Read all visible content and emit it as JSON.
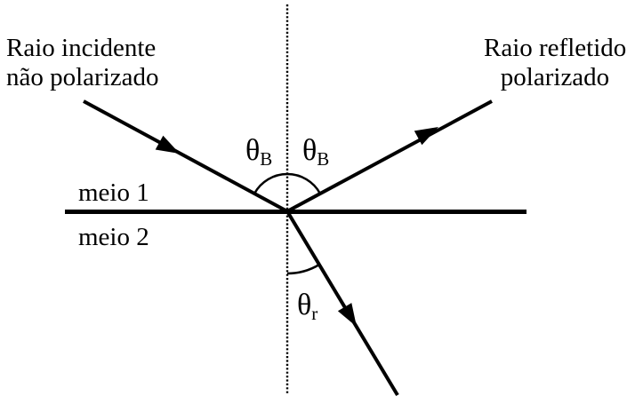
{
  "diagram": {
    "background": "#ffffff",
    "ink": "#000000",
    "labels": {
      "incident": {
        "line1": "Raio incidente",
        "line2": "não polarizado"
      },
      "reflected": {
        "line1": "Raio refletido",
        "line2": "polarizado"
      },
      "medium1": "meio 1",
      "medium2": "meio 2",
      "angle_brewster_left": {
        "symbol": "θ",
        "subscript": "B"
      },
      "angle_brewster_right": {
        "symbol": "θ",
        "subscript": "B"
      },
      "angle_refraction": {
        "symbol": "θ",
        "subscript": "r"
      }
    }
  }
}
